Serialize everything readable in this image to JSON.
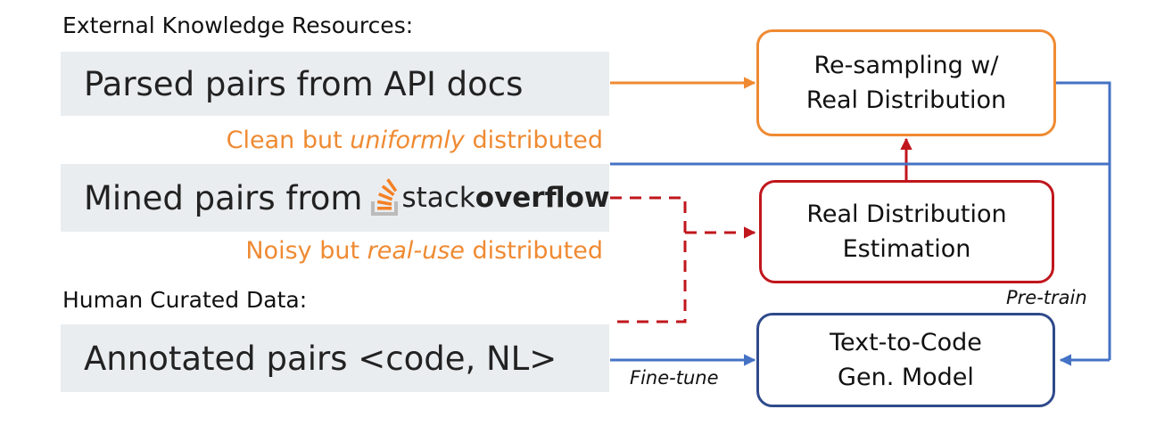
{
  "headings": {
    "external": "External Knowledge Resources:",
    "human": "Human Curated Data:"
  },
  "sources": {
    "api_docs": "Parsed pairs from API docs",
    "mined_prefix": "Mined pairs from",
    "so_word_light": "stack",
    "so_word_bold": "overflow",
    "annotated": "Annotated pairs <code, NL>"
  },
  "notes": {
    "clean_a": "Clean but ",
    "clean_b": "uniformly",
    "clean_c": " distributed",
    "noisy_a": "Noisy but ",
    "noisy_b": "real-use",
    "noisy_c": " distributed"
  },
  "boxes": {
    "resample_l1": "Re-sampling w/",
    "resample_l2": "Real Distribution",
    "estimation_l1": "Real Distribution",
    "estimation_l2": "Estimation",
    "model_l1": "Text-to-Code",
    "model_l2": "Gen. Model"
  },
  "edge_labels": {
    "pretrain": "Pre-train",
    "finetune": "Fine-tune"
  },
  "colors": {
    "orange": "#ef8a32",
    "red": "#c0161d",
    "blue": "#4472c4",
    "navy": "#2e4a8a",
    "grey": "#eaedf0"
  },
  "icons": {
    "stackoverflow": "stackoverflow-logo-icon"
  }
}
